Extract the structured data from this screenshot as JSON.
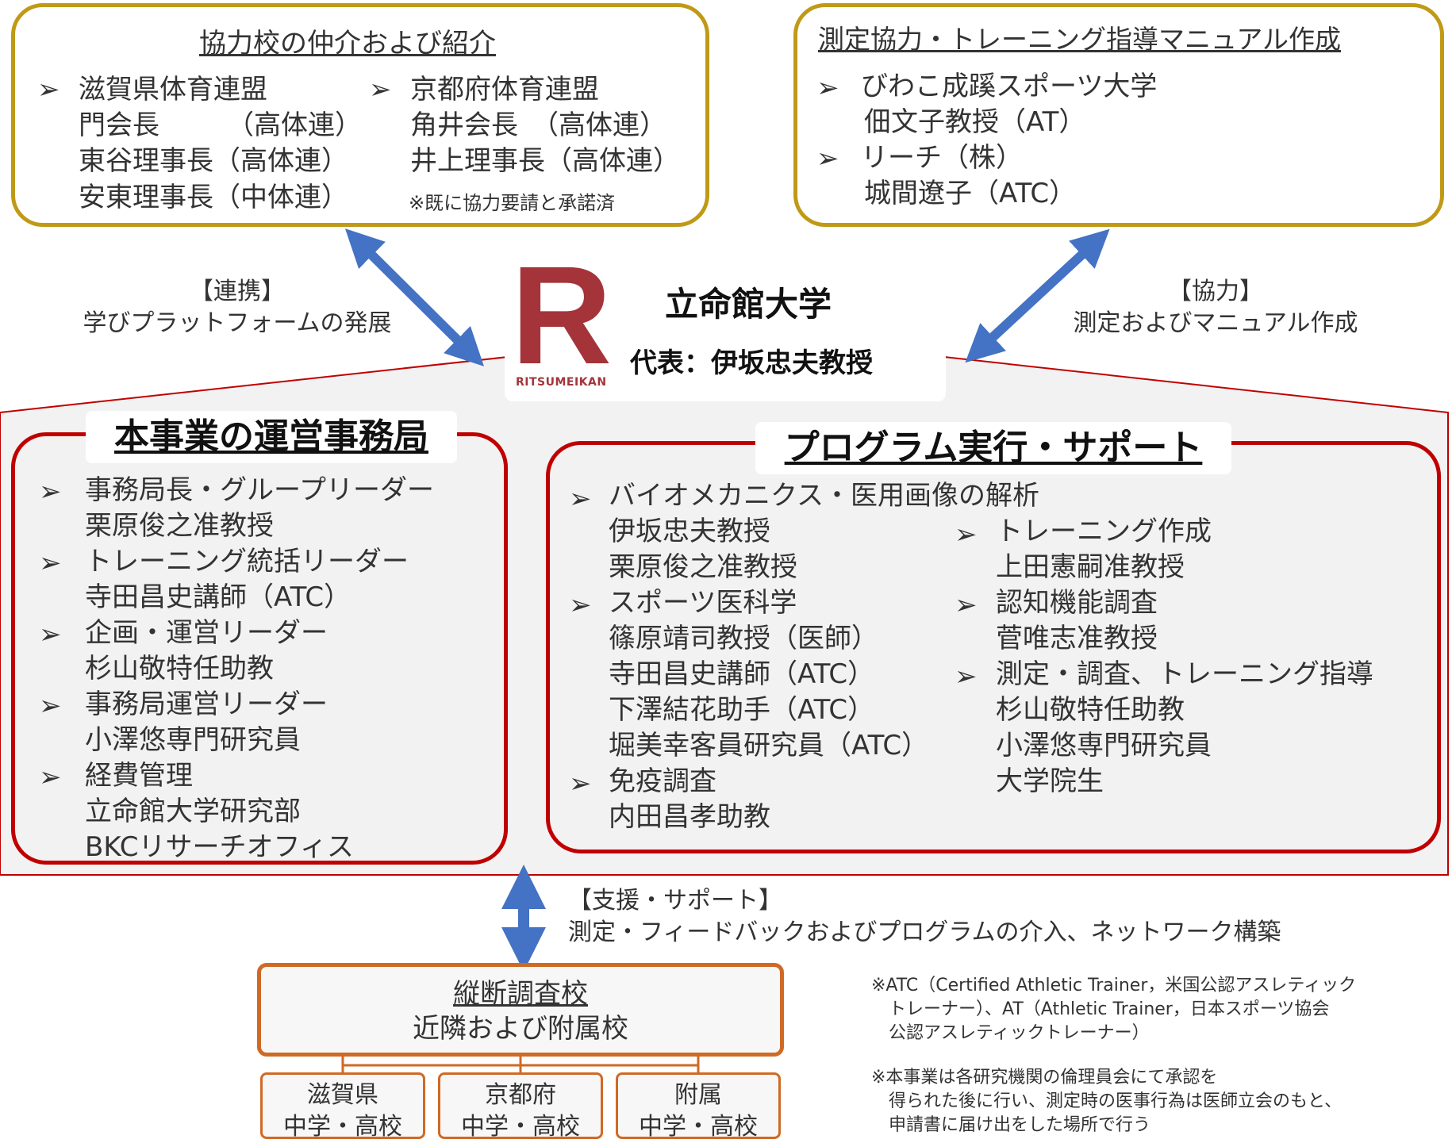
{
  "cooperation": {
    "title": "協力校の仲介および紹介",
    "col1": [
      "滋賀県体育連盟",
      "門会長　　　（高体連）",
      "東谷理事長（高体連）",
      "安東理事長（中体連）"
    ],
    "col2": [
      "京都府体育連盟",
      "角井会長　（高体連）",
      "井上理事長（高体連）"
    ],
    "note": "※既に協力要請と承諾済"
  },
  "manual": {
    "title": "測定協力・トレーニング指導マニュアル作成",
    "lines": [
      "びわこ成蹊スポーツ大学",
      "佃文子教授（AT）",
      "リーチ（株）",
      "城間遼子（ATC）"
    ]
  },
  "center": {
    "logo_letter": "R",
    "logo_text": "RITSUMEIKAN",
    "university": "立命館大学",
    "representative": "代表：伊坂忠夫教授"
  },
  "links": {
    "left_label": "【連携】",
    "left_desc": "学びプラットフォームの発展",
    "right_label": "【協力】",
    "right_desc": "測定およびマニュアル作成",
    "bottom_label": "【支援・サポート】",
    "bottom_desc": "測定・フィードバックおよびプログラムの介入、ネットワーク構築"
  },
  "office": {
    "title": "本事業の運営事務局",
    "lines": [
      "事務局長・グループリーダー",
      "栗原俊之准教授",
      "トレーニング統括リーダー",
      "寺田昌史講師（ATC）",
      "企画・運営リーダー",
      "杉山敬特任助教",
      "事務局運営リーダー",
      "小澤悠専門研究員",
      "経費管理",
      "立命館大学研究部",
      "BKCリサーチオフィス"
    ]
  },
  "program": {
    "title": "プログラム実行・サポート",
    "col1": [
      "バイオメカニクス・医用画像の解析",
      "伊坂忠夫教授",
      "栗原俊之准教授",
      "スポーツ医科学",
      "篠原靖司教授（医師）",
      "寺田昌史講師（ATC）",
      "下澤結花助手（ATC）",
      "堀美幸客員研究員（ATC）",
      "免疫調査",
      "内田昌孝助教"
    ],
    "col2": [
      "トレーニング作成",
      "上田憲嗣准教授",
      "認知機能調査",
      "菅唯志准教授",
      "測定・調査、トレーニング指導",
      "杉山敬特任助教",
      "小澤悠専門研究員",
      "大学院生"
    ]
  },
  "schools": {
    "title": "縦断調査校",
    "subtitle": "近隣および附属校",
    "items": [
      {
        "line1": "滋賀県",
        "line2": "中学・高校"
      },
      {
        "line1": "京都府",
        "line2": "中学・高校"
      },
      {
        "line1": "附属",
        "line2": "中学・高校"
      }
    ]
  },
  "notes": {
    "atc": [
      "※ATC（Certified Athletic Trainer，米国公認アスレティック",
      "　トレーナー）、AT（Athletic Trainer，日本スポーツ協会",
      "　公認アスレティックトレーナー）"
    ],
    "ethics": [
      "※本事業は各研究機関の倫理員会にて承認を",
      "　得られた後に行い、測定時の医事行為は医師立会のもと、",
      "　申請書に届け出をした場所で行う"
    ]
  },
  "colors": {
    "gold": "#c09a16",
    "red": "#c00000",
    "orange": "#cf6a26",
    "arrow": "#4472c4",
    "logo": "#a4343a"
  },
  "icons": {
    "bullet": "arrowhead-bullet-icon"
  }
}
